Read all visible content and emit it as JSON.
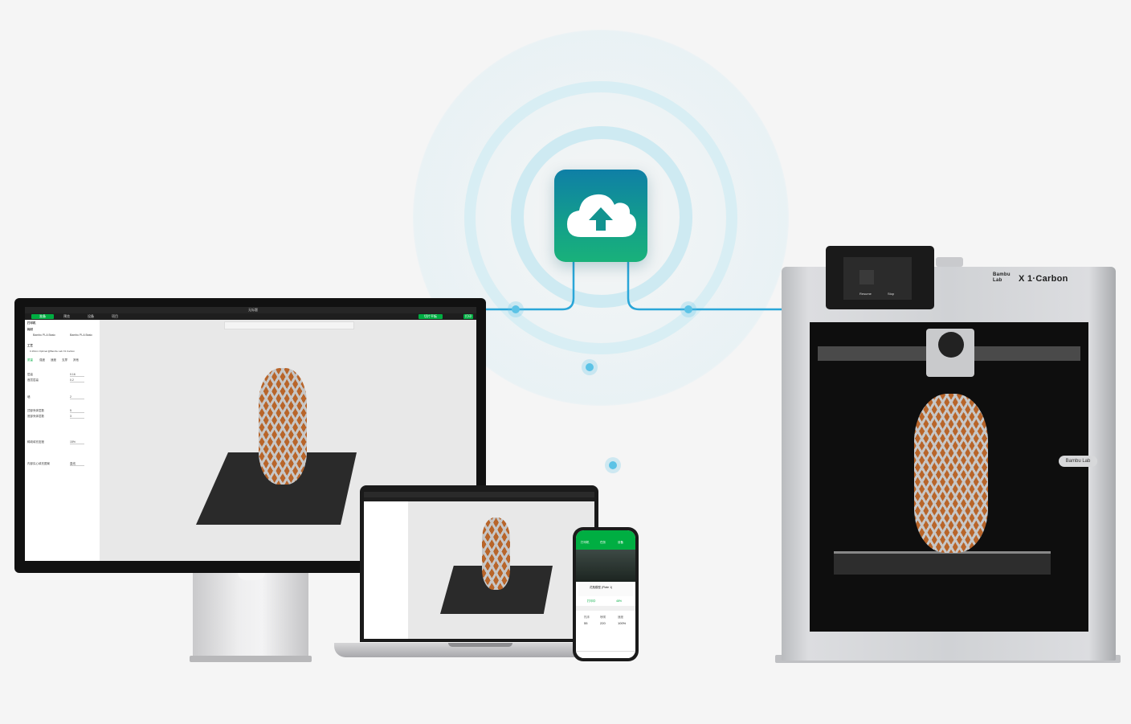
{
  "colors": {
    "background": "#f5f5f5",
    "cloud_gradient_top": "#0f7fa6",
    "cloud_gradient_bottom": "#19b17a",
    "line_blue": "#2aa6d8",
    "line_green": "#1bb07e",
    "accent_green": "#00ae42"
  },
  "cloud": {
    "icon": "cloud-upload-icon"
  },
  "printer": {
    "brand_top": "Bambu",
    "brand_bottom": "Lab",
    "model": "X 1·Carbon",
    "side_badge": "Bambu Lab",
    "screen_button_left": "Resume",
    "screen_button_right": "Stop"
  },
  "desktop_slicer": {
    "window_title": "无标题",
    "tabs": [
      "准备",
      "预览",
      "设备",
      "项目"
    ],
    "actions": [
      "切片平板",
      "打印"
    ],
    "sections": [
      "打印机",
      "耗材",
      "工艺"
    ],
    "filament_1": "Bambu PLA Basic",
    "filament_2": "Bambu PLA Basic",
    "process": "0.16mm Optimal @Bambu Lab X1 Carbon",
    "process_tabs": [
      "质量",
      "强度",
      "速度",
      "支撑",
      "其他"
    ],
    "rows": [
      {
        "label": "层高",
        "value": "0.16"
      },
      {
        "label": "首层层高",
        "value": "0.2"
      },
      {
        "label": "墙",
        "value": "2"
      },
      {
        "label": "顶部壳体层数",
        "value": "5"
      },
      {
        "label": "底部壳体层数",
        "value": "3"
      },
      {
        "label": "稀疏填充密度",
        "value": "15%"
      },
      {
        "label": "内部实心填充图案",
        "value": "直线"
      }
    ]
  },
  "phone_app": {
    "header_tabs": [
      "打印机",
      "任务",
      "设备"
    ],
    "task_title": "花瓶模型 (Plate 1)",
    "status_left": "打印中",
    "status_right": "48%",
    "readouts": [
      {
        "label": "热床",
        "value": "55"
      },
      {
        "label": "喷嘴",
        "value": "220"
      },
      {
        "label": "速度",
        "value": "100%"
      }
    ]
  }
}
